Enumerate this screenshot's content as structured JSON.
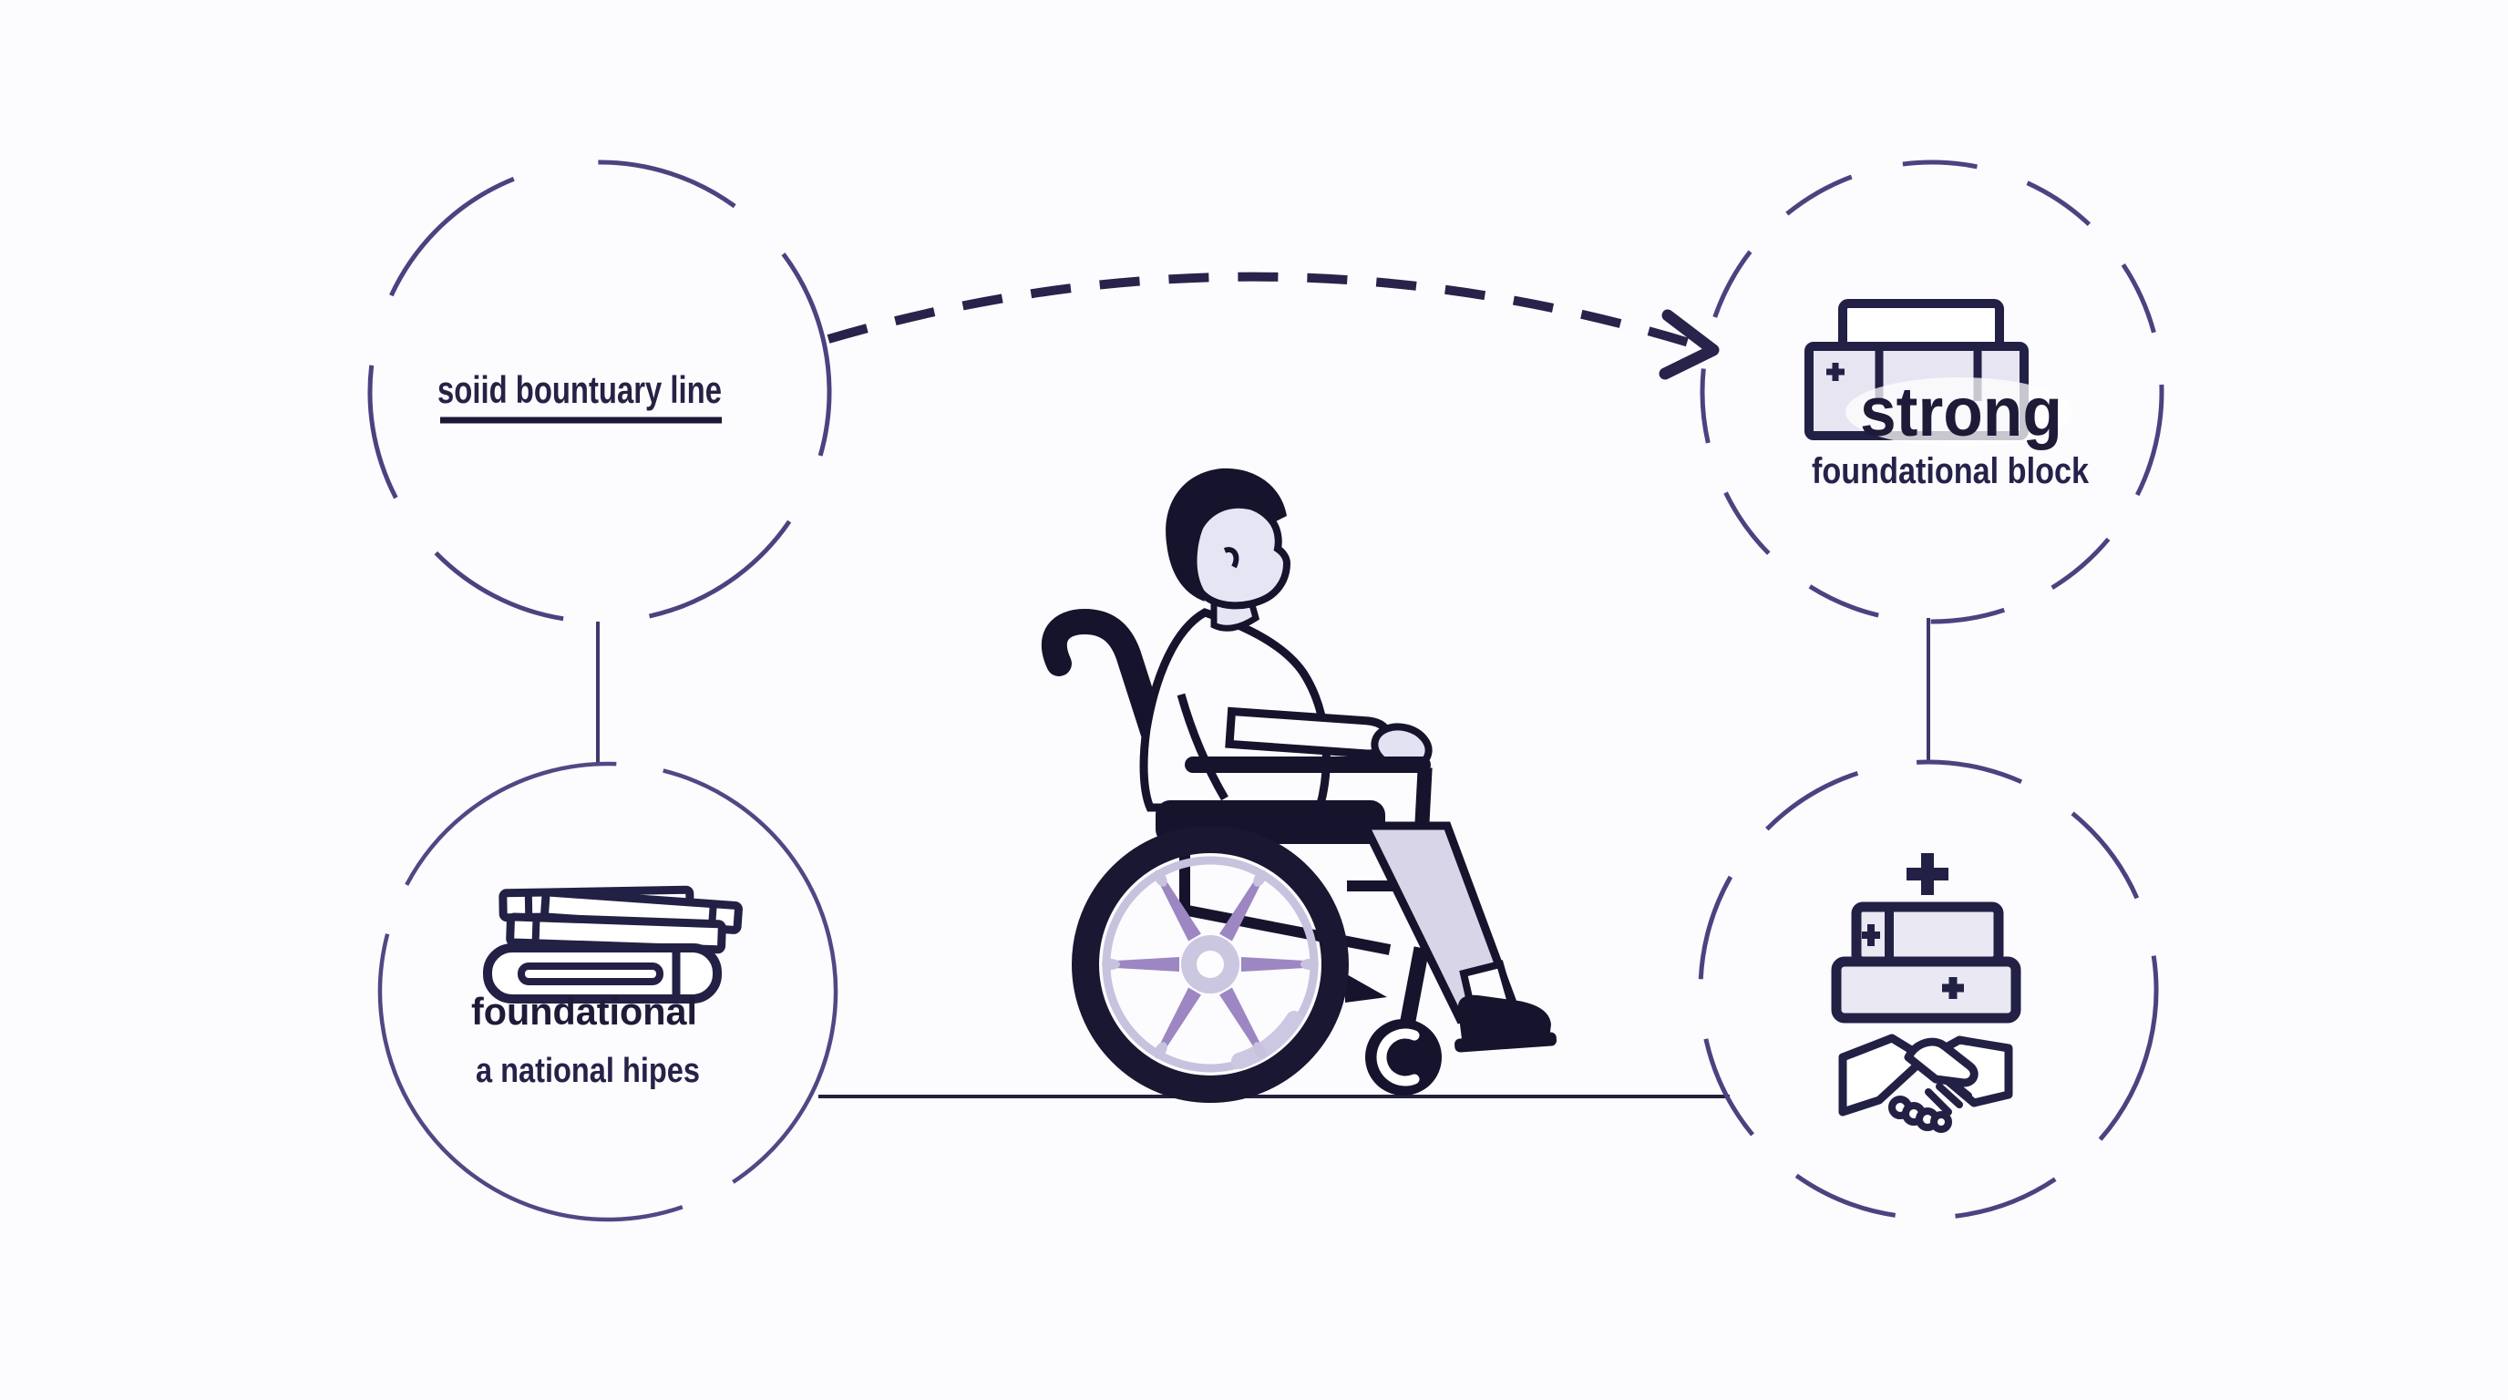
{
  "meta": {
    "type": "illustrated-diagram",
    "background": "#fcfbfd"
  },
  "palette": {
    "ink": "#1e1b38",
    "circle_stroke": "#4a4380",
    "connector_line": "#3f3a6c",
    "arrow_color": "#27234a",
    "lavender_fill": "#e7e5f2",
    "lavender_soft": "#d9d5e9",
    "skin_lavender": "#e6e5f4",
    "spoke_purple": "#9c87c2",
    "rim_lavender": "#c7c2dd"
  },
  "nodes": {
    "top_left": {
      "label": "soiid bountuary line"
    },
    "top_right": {
      "title": "strong",
      "subtitle": "foundational block",
      "icon": "foundation-block-icon"
    },
    "bottom_left": {
      "title": "foundational",
      "subtitle": "a national hipes",
      "icon": "books-stack-icon"
    },
    "bottom_right": {
      "icons": [
        "plus-icon",
        "battery-blocks-icon",
        "handshake-icon"
      ]
    }
  },
  "center_illustration": "person-in-wheelchair",
  "connectors": [
    "curved-dashed-arrow-top",
    "left-vertical-line",
    "right-vertical-line",
    "ground-line"
  ]
}
